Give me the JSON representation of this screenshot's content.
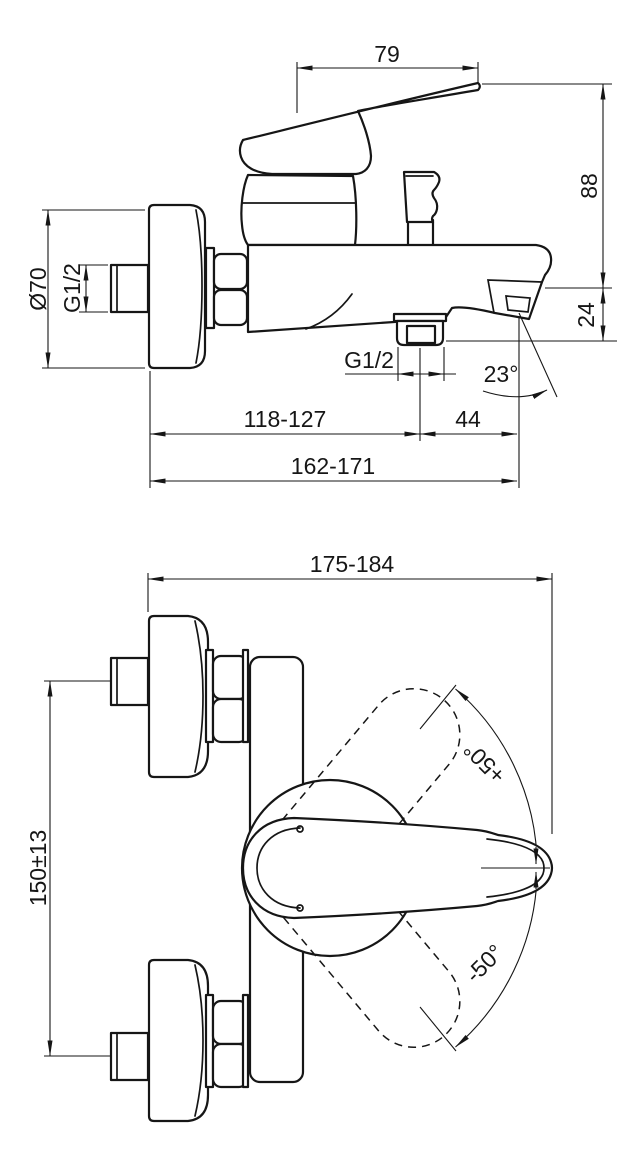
{
  "colors": {
    "line": "#161616",
    "background": "#ffffff"
  },
  "side_view": {
    "lever_length": "79",
    "tip_to_outlet_height": "88",
    "outlet_drop": "24",
    "flange_diameter": "Ø70",
    "inlet_thread": "G1/2",
    "diverter_thread": "G1/2",
    "wall_to_diverter": "118-127",
    "diverter_to_tip": "44",
    "total_projection": "162-171",
    "outlet_angle": "23°"
  },
  "plan_view": {
    "overall_projection": "175-184",
    "connection_spacing": "150±13",
    "handle_swing_positive": "+50°",
    "handle_swing_negative": "-50°"
  }
}
